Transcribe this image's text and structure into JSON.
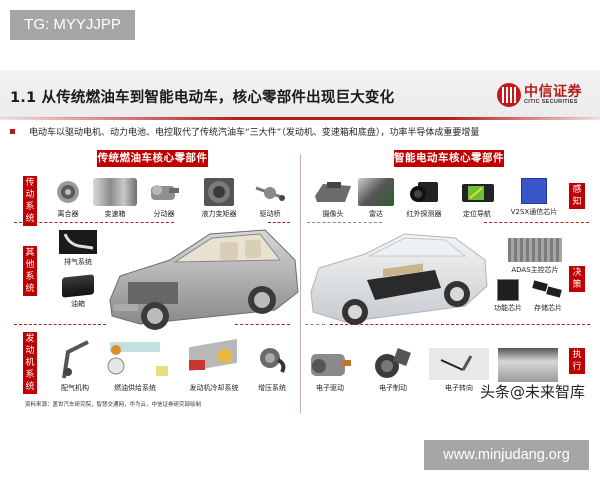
{
  "watermarks": {
    "top": "TG: MYYJJPP",
    "bottom": "www.minjudang.org",
    "overlay": "头条@未来智库"
  },
  "header": {
    "title": "1.1 从传统燃油车到智能电动车，核心零部件出现巨大变化",
    "logo_cn": "中信证券",
    "logo_en": "CITIC SECURITIES",
    "accent_color": "#b71c1c"
  },
  "bullet": "电动车以驱动电机、动力电池、电控取代了传统汽油车“三大件”（发动机、变速箱和底盘），功率半导体成重要增量",
  "left_panel": {
    "title": "传统燃油车核心零部件",
    "groups": [
      {
        "label": "传动系统",
        "parts": [
          "离合器",
          "变速箱",
          "分动器",
          "液力变矩器",
          "驱动桥"
        ]
      },
      {
        "label": "其他系统",
        "parts": [
          "排气系统",
          "油箱"
        ]
      },
      {
        "label": "发动机系统",
        "parts": [
          "配气机构",
          "燃油供给系统",
          "发动机冷却系统",
          "增压系统"
        ]
      }
    ]
  },
  "right_panel": {
    "title": "智能电动车核心零部件",
    "groups": [
      {
        "label": "感知",
        "parts": [
          "摄像头",
          "雷达",
          "红外探测器",
          "定位导航",
          "V2SX通信芯片"
        ]
      },
      {
        "label": "决策",
        "parts": [
          "ADAS主控芯片",
          "功能芯片",
          "存储芯片"
        ]
      },
      {
        "label": "执行",
        "parts": [
          "电子驱动",
          "电子制动",
          "电子转向",
          ""
        ]
      }
    ]
  },
  "source": "资料来源：盖世汽车研究院，智慧交通网，华为云，中信证券研究部绘制",
  "colors": {
    "panel_red": "#c00000",
    "chip_blue": "#3a55c8"
  }
}
